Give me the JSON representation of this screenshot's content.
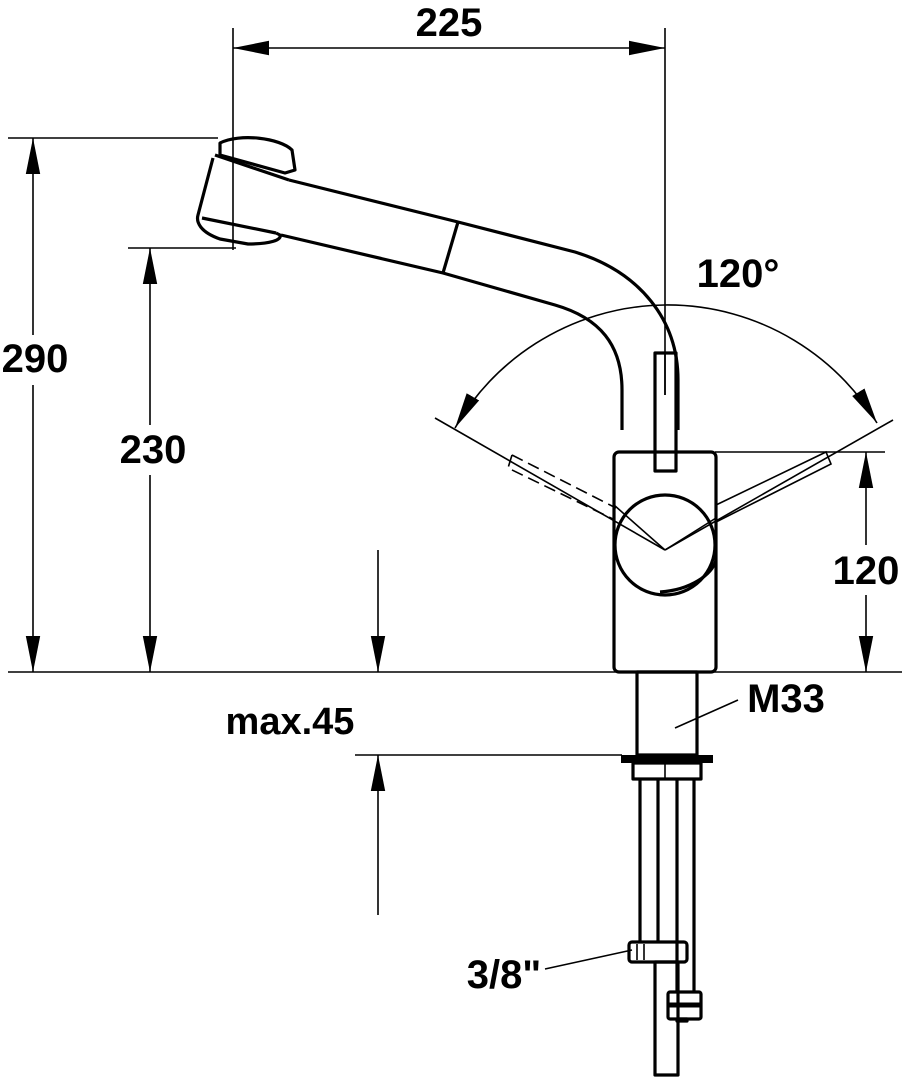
{
  "title": "Kitchen faucet with pull-out spray – dimension drawing",
  "dimensions": {
    "spout_reach": "225",
    "total_height": "290",
    "spout_height": "230",
    "lever_height": "120",
    "lever_angle": "120°",
    "max_deck_thickness": "max.45",
    "thread": "M33",
    "connection": "3/8\""
  },
  "colors": {
    "line": "#000000",
    "background": "#ffffff"
  }
}
